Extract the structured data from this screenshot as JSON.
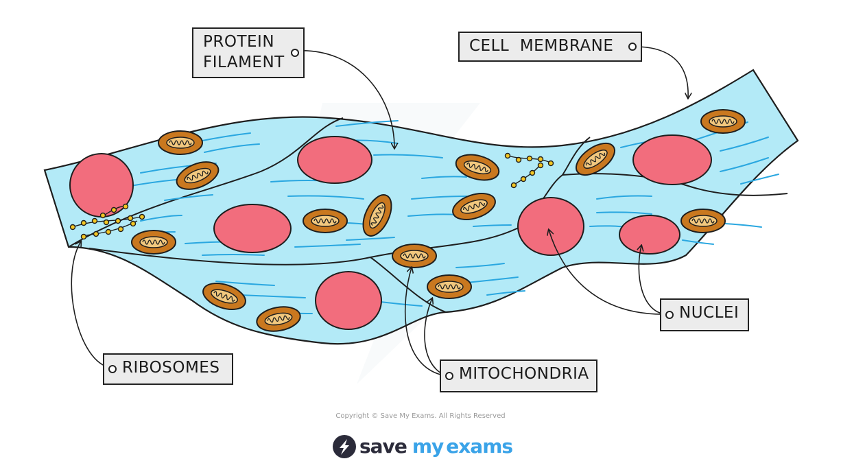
{
  "labels": {
    "protein_filament": [
      "PROTEIN",
      "FILAMENT"
    ],
    "cell_membrane": "CELL  MEMBRANE",
    "ribosomes": "RIBOSOMES",
    "mitochondria": "MITOCHONDRIA",
    "nuclei": "NUCLEI"
  },
  "footer": {
    "copyright": "Copyright © Save My Exams. All Rights Reserved",
    "brand_save": "save",
    "brand_my": "my",
    "brand_exams": "exams"
  },
  "colors": {
    "cytoplasm": "#b3eaf7",
    "filament": "#2aa7e0",
    "nucleus": "#f26d7d",
    "mitochondrion": "#c9781f",
    "mito_inner": "#f2c87e",
    "ribosome": "#f3c623",
    "outline": "#1e1e1e",
    "tag_fill": "#ececec",
    "brand_blue": "#3aa3e8"
  }
}
